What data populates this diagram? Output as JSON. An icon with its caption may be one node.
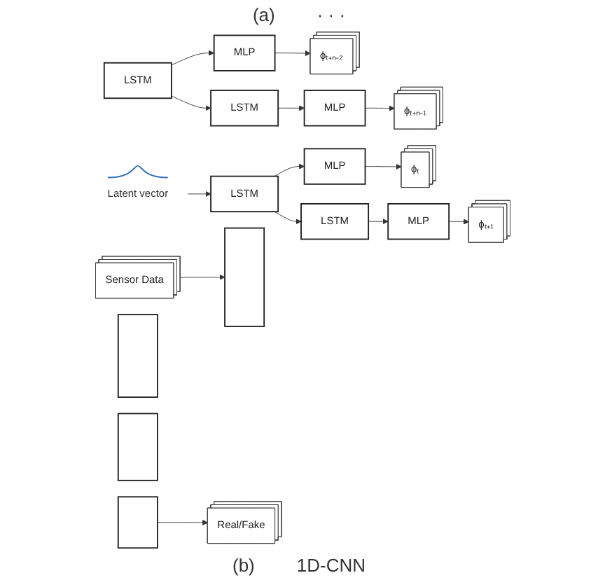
{
  "diagram": {
    "nodes": [
      {
        "text": [
          "ϕₜ"
        ]
      },
      {
        "text": [
          "ϕₜ₊₁"
        ]
      },
      {
        "text": [
          "ϕₜ₊ₙ₋₂"
        ]
      },
      {
        "text": [
          "ϕₜ₊ₙ₋₁"
        ]
      },
      {
        "text": [
          "MLP"
        ]
      },
      {
        "text": [
          "MLP"
        ]
      },
      {
        "text": [
          "MLP"
        ]
      },
      {
        "text": [
          "MLP"
        ]
      },
      {
        "text": [
          "LSTM"
        ]
      },
      {
        "text": [
          "LSTM"
        ]
      },
      {
        "text": [
          "LSTM"
        ]
      },
      {
        "text": [
          "LSTM"
        ]
      },
      {
        "text": [
          "Latent vector"
        ]
      },
      {
        "text": [
          "Sensor Data"
        ]
      },
      {
        "text": [],
        "shape": "bar"
      },
      {
        "text": [],
        "shape": "bar"
      },
      {
        "text": [],
        "shape": "bar"
      },
      {
        "text": [],
        "shape": "bar"
      },
      {
        "text": [
          "Real/Fake"
        ]
      }
    ],
    "edges": [
      {
        "from": 12,
        "to": 8,
        "arrow": "to"
      },
      {
        "from": 8,
        "to": 4,
        "arrow": "to"
      },
      {
        "from": 4,
        "to": 0,
        "arrow": "to"
      },
      {
        "from": 8,
        "to": 9,
        "arrow": "to"
      },
      {
        "from": 9,
        "to": 5,
        "arrow": "to"
      },
      {
        "from": 5,
        "to": 1,
        "arrow": "to"
      },
      {
        "from": 10,
        "to": 6,
        "arrow": "to"
      },
      {
        "from": 6,
        "to": 2,
        "arrow": "to"
      },
      {
        "from": 10,
        "to": 11,
        "arrow": "to"
      },
      {
        "from": 11,
        "to": 7,
        "arrow": "to"
      },
      {
        "from": 7,
        "to": 3,
        "arrow": "to"
      },
      {
        "from": 13,
        "to": 14,
        "arrow": "to"
      },
      {
        "from": 17,
        "to": 18,
        "arrow": "to"
      }
    ],
    "labels": [
      "(a)",
      "· · ·",
      "(b)",
      "1D-CNN"
    ]
  }
}
